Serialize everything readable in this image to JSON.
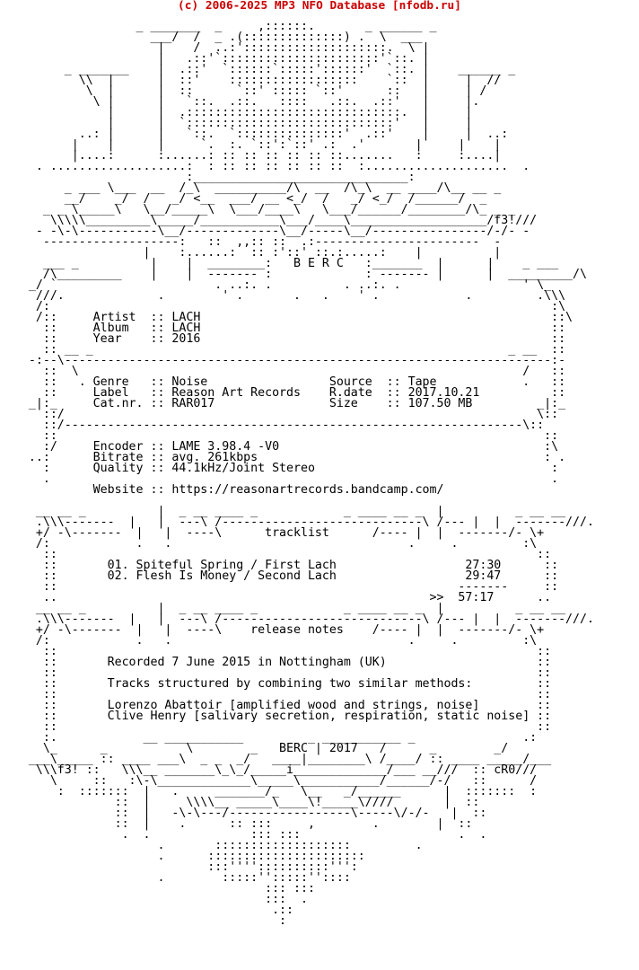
{
  "header": {
    "credit": "(c) 2006-2025 MP3 NFO Database [nfodb.ru]"
  },
  "nfo": {
    "lines": [
      "",
      "",
      "                   _ _______  _     ,::::::.       _ ______ _",
      "                     ___/  /  _ .(::::::::::::::) .  \\  ___",
      "                      |    /  ..:'::::::::::::::::::::.  \\ |",
      "                      |   .::'`::::::::::::::::::::::'`::. |",
      "         _ _______    |  .::'  `::::::`:::::'::::::'  `::. |    ______ _",
      "           \\\\  |      |  ::'    ::::::::::::::::::    `::  |     |  //",
      "            \\  |      |  ::      `::' ::::: `::'      ::   |     | /",
      "             \\ |      |   `::.  .::.   ::::   .::.  .::'   |     |.",
      "               |      |  .::::::::::::::::::::::::::::::.  |     |",
      "               |      |  `:::::::::::::::::::::::::::::'   |     |",
      "           ..: |      |   `::.  `:::::::::::::::'  .::'    |     |  ..:",
      "          |    |      |     `.  :. `::':`::' .:  .'       |     |    |",
      "          |....:      :......: :: :: :: :: :: ::.......   :     :....|",
      "     . ...................:  : :: :: :: :: :: ::  :....................  .",
      "                          :______________________________:",
      "         _ ___ \\___  __  /_\\  __________/\\  __  /\\_\\  __ ____/\\__ __ _",
      "         __/    _/  /   _/ <__  ___/ __ <_/  /   _/ <_/  /______/  _",
      "      _ _ \\_____\\   \\__/_____\\  \\___/____\\   \\___/______/________/\\_ _ _",
      "       \\\\\\\\\\_________\\_____/___________\\___/____\\___________________/f3!///",
      "     - -\\-\\-----------\\__/-------------\\__/-----\\__/----------------/-/- -",
      "      -------------------:   ::  ,,:: ::  .:-----------------------  -",
      "                    |    :......:  :: :'::' ::.:.....:    |          |",
      "      ___ _          |    |  ________:   B E R C   :_______  |      |    _ ___",
      "      /\\_________    |    |  ------- :             : ------- |      |  _________/\\",
      "    _/ `                      . ..:. .          . ..:. .                 ' \\_",
      "     ///.             .        ' .       .   .    ' .            .         .\\\\\\",
      "     /:                                                                      :\\",
      "     /::     Artist  :: LACH                                                 ::\\",
      "      ::     Album   :: LACH                                                 ::",
      "      ::     Year    :: 2016                                                 ::",
      "      :: __ _                                                          _ __  ::",
      "    -:--\\--------------------------------------------------------------------:-",
      "      ::  \\                                                              /   ::",
      "      ::   . Genre   :: Noise                 Source  :: Tape            .   ::",
      "      ::     Label   :: Reason Art Records    R.date  :: 2017.10.21          ::",
      "    _|:_     Cat.nr. :: RAR017                Size    :: 107.50 MB         _|:_",
      "      ::/                                                                  \\::",
      "      ::/----------------------------------------------------------------\\::",
      "      ::                                                                    ::",
      "      :/     Encoder :: LAME 3.98.4 -V0                                     :\\",
      "    ..:      Bitrate :: avg. 261kbps                                        : .",
      "      :      Quality :: 44.1kHz/Joint Stereo                                 :",
      "      .                                                                      .",
      "             Website :: https://reasonartrecords.bandcamp.com/",
      "",
      "     __ __ _          |  _ __ ____ _            _ ____ __ _  |          _ __ __",
      "     .\\\\\\-------  |   |  ---\\ /----------------------------\\ /--- |  |  -------///.",
      "     +/ -\\-------  |   |  ----\\      tracklist      /---- |  |  -------/- \\+",
      "     /:            .   .                                 .     .         :\\",
      "      ::                                                                   ::",
      "      ::       01. Spiteful Spring / First Lach                  27:30      ::",
      "      ::       02. Flesh Is Money / Second Lach                  29:47      ::",
      "      ::                                                        -------     ::",
      "      ..                                                    >>  57:17      ..",
      "     __ __ _          |  _ __ ____ _            _ ____ __ _  |          _ __ __",
      "     .\\\\\\-------  |   |  ---\\ /----------------------------\\ /--- |  |  -------///.",
      "     +/ -\\-------  |   |  ----\\    release notes    /---- |  |  -------/- \\+",
      "     /:            .   .                                 .     .         :\\",
      "      ::                                                                   ::",
      "      ::       Recorded 7 June 2015 in Nottingham (UK)                     ::",
      "      ::                                                                   ::",
      "      ::       Tracks structured by combining two similar methods:         ::",
      "      ::                                                                   ::",
      "      ::       Lorenzo Abattoir [amplified wood and strings, noise]        ::",
      "      ::       Clive Henry [salivary secretion, respiration, static noise] ::",
      "      ::                                                                   ::",
      "      :.            __ ___________         _ ___________ _               .:",
      "      \\_      _           \\        _   BERC | 2017   /      _        _/",
      "    ___\\_____ :: ____ ___\\  _ _  _/   ____|________\\ /____/ :: ____ _____/___",
      "     \\\\\\f3! ::   \\\\\\__ _______\\_\\_/_____i_____________/___ __///  :: cR0///",
      "       \\     ::   :\\-\\_____________\\_____\\___________/______/-/   ::      /",
      "        :  :::::::  |   .     _______/_   \\__   _/______      |  :::::::  :",
      "                ::  |     \\\\\\\\__ _____\\____\\!_____\\////       |  ::",
      "                ::  |   -\\-\\---/-----------------\\-----\\/-/-   |  ::",
      "                ::  |    .      :: :::     ,        .        |  ::",
      "                 .  .              ::: :::                      .  .",
      "                      .       :::::::::::::::::::         .",
      "                      .      ::::::::::::::::::::::",
      "                             :::''''::::::::::''':",
      "                      .        :::::'':::::''::::",
      "                                     ::: :::",
      "                                     :::  .",
      "                                      .::",
      "                                       :"
    ]
  }
}
